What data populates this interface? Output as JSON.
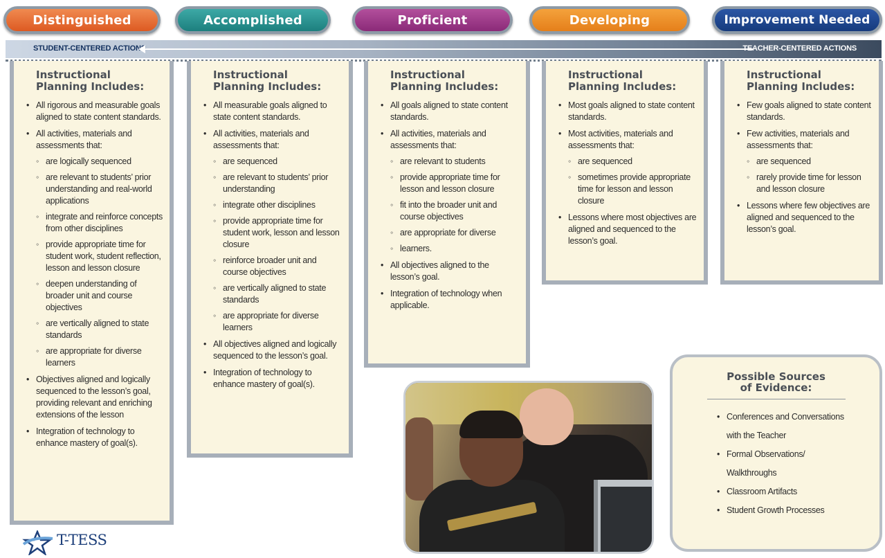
{
  "levels": {
    "distinguished": "Distinguished",
    "accomplished": "Accomplished",
    "proficient": "Proficient",
    "developing": "Developing",
    "improvement": "Improvement Needed"
  },
  "continuum": {
    "left": "STUDENT-CENTERED ACTIONS",
    "right": "TEACHER-CENTERED ACTIONS"
  },
  "columns": [
    {
      "heading": "Instructional Planning Includes:",
      "items": [
        {
          "text": "All rigorous and measurable goals aligned to state content standards."
        },
        {
          "text": "All activities, materials and assessments that:",
          "sub": [
            "are logically sequenced",
            "are relevant to students’ prior understanding and real-world applications",
            "integrate and reinforce concepts from other disciplines",
            "provide appropriate time for student work, student reflection, lesson and lesson closure",
            "deepen understanding of broader unit and course objectives",
            "are vertically aligned to state standards",
            "are appropriate for diverse learners"
          ]
        },
        {
          "text": "Objectives aligned and logically sequenced to the lesson’s goal, providing relevant and enriching extensions of the lesson"
        },
        {
          "text": "Integration of technology to enhance mastery of goal(s)."
        }
      ]
    },
    {
      "heading": "Instructional Planning Includes:",
      "items": [
        {
          "text": "All measurable goals aligned to state content standards."
        },
        {
          "text": "All activities, materials and assessments that:",
          "sub": [
            "are sequenced",
            "are relevant to students’ prior understanding",
            "integrate other disciplines",
            "provide appropriate time for student work, lesson and lesson closure",
            "reinforce broader unit and course objectives",
            "are vertically aligned to state standards",
            "are appropriate for diverse learners"
          ]
        },
        {
          "text": "All objectives aligned and logically sequenced to the lesson’s goal."
        },
        {
          "text": "Integration of technology to enhance mastery of goal(s)."
        }
      ]
    },
    {
      "heading": "Instructional Planning Includes:",
      "items": [
        {
          "text": "All goals aligned to state content standards."
        },
        {
          "text": "All activities, materials and assessments that:",
          "sub": [
            "are relevant to students",
            "provide appropriate time for lesson and lesson closure",
            "fit into the broader unit and course objectives",
            "are appropriate for diverse",
            "learners."
          ]
        },
        {
          "text": "All objectives aligned to the lesson’s goal."
        },
        {
          "text": "Integration of technology when applicable."
        }
      ]
    },
    {
      "heading": "Instructional Planning Includes:",
      "items": [
        {
          "text": "Most goals aligned to state content standards."
        },
        {
          "text": "Most activities, materials and assessments that:",
          "sub": [
            "are sequenced",
            "sometimes provide appropriate time for lesson and lesson closure"
          ]
        },
        {
          "text": "Lessons where most objectives are aligned and sequenced to the lesson’s goal."
        }
      ]
    },
    {
      "heading": "Instructional Planning Includes:",
      "items": [
        {
          "text": "Few goals aligned to state content standards."
        },
        {
          "text": "Few activities, materials and assessments that:",
          "sub": [
            "are sequenced",
            "rarely provide time for lesson and lesson closure"
          ]
        },
        {
          "text": "Lessons where few objectives are aligned and sequenced to the lesson’s goal."
        }
      ]
    }
  ],
  "evidence": {
    "heading_line1": "Possible Sources",
    "heading_line2": "of Evidence:",
    "items": [
      {
        "line1": "Conferences and Conversations",
        "line2": "with the Teacher"
      },
      {
        "line1": "Formal Observations/",
        "line2": "Walkthroughs"
      },
      {
        "line1": "Classroom Artifacts"
      },
      {
        "line1": "Student Growth Processes"
      }
    ]
  },
  "logo": {
    "text": "T-TESS"
  }
}
